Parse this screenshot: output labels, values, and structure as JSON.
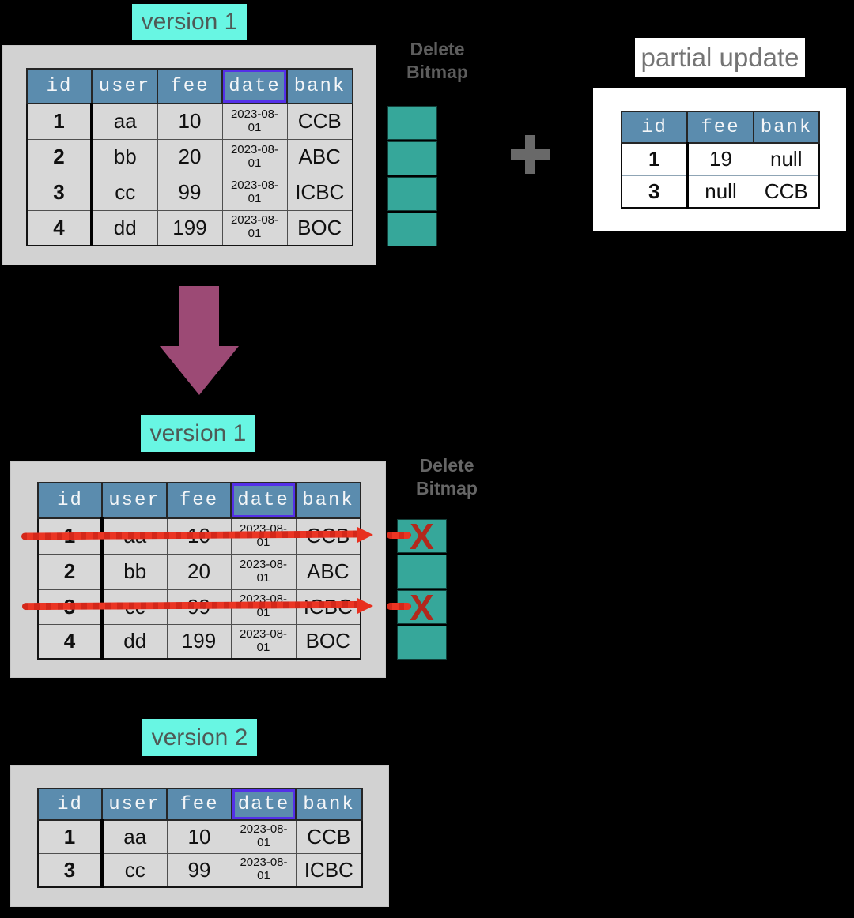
{
  "labels": {
    "version1": "version 1",
    "version2": "version 2",
    "partial_update": "partial update",
    "delete_bitmap": {
      "line1": "Delete",
      "line2": "Bitmap"
    },
    "plus": "+",
    "x_mark": "X"
  },
  "icons": {
    "plus": "plus-icon",
    "down_arrow": "arrow-down-icon",
    "strikethrough": "red-strike-line"
  },
  "main_table": {
    "headers": [
      "id",
      "user",
      "fee",
      "date",
      "bank"
    ],
    "highlighted_column": "date",
    "rows": [
      [
        "1",
        "aa",
        "10",
        "2023-08-01",
        "CCB"
      ],
      [
        "2",
        "bb",
        "20",
        "2023-08-01",
        "ABC"
      ],
      [
        "3",
        "cc",
        "99",
        "2023-08-01",
        "ICBC"
      ],
      [
        "4",
        "dd",
        "199",
        "2023-08-01",
        "BOC"
      ]
    ]
  },
  "partial_table": {
    "headers": [
      "id",
      "fee",
      "bank"
    ],
    "rows": [
      [
        "1",
        "19",
        "null"
      ],
      [
        "3",
        "null",
        "CCB"
      ]
    ]
  },
  "version2_table": {
    "headers": [
      "id",
      "user",
      "fee",
      "date",
      "bank"
    ],
    "highlighted_column": "date",
    "rows": [
      [
        "1",
        "aa",
        "10",
        "2023-08-01",
        "CCB"
      ],
      [
        "3",
        "cc",
        "99",
        "2023-08-01",
        "ICBC"
      ]
    ]
  },
  "annotations": {
    "struck_row_ids": [
      "1",
      "3"
    ],
    "bitmap1_marks": [
      "",
      "",
      "",
      ""
    ],
    "bitmap2_marks": [
      "X",
      "",
      "X",
      ""
    ]
  },
  "colors": {
    "header_blue": "#5b8cae",
    "bitmap_teal": "#36a79a",
    "label_cyan": "#68f6e3",
    "arrow_maroon": "#9c4a75",
    "strike_red": "#e8301f",
    "x_red": "#b2281c",
    "date_highlight_purple": "#5430e8",
    "panel_grey": "#d2d2d2"
  }
}
